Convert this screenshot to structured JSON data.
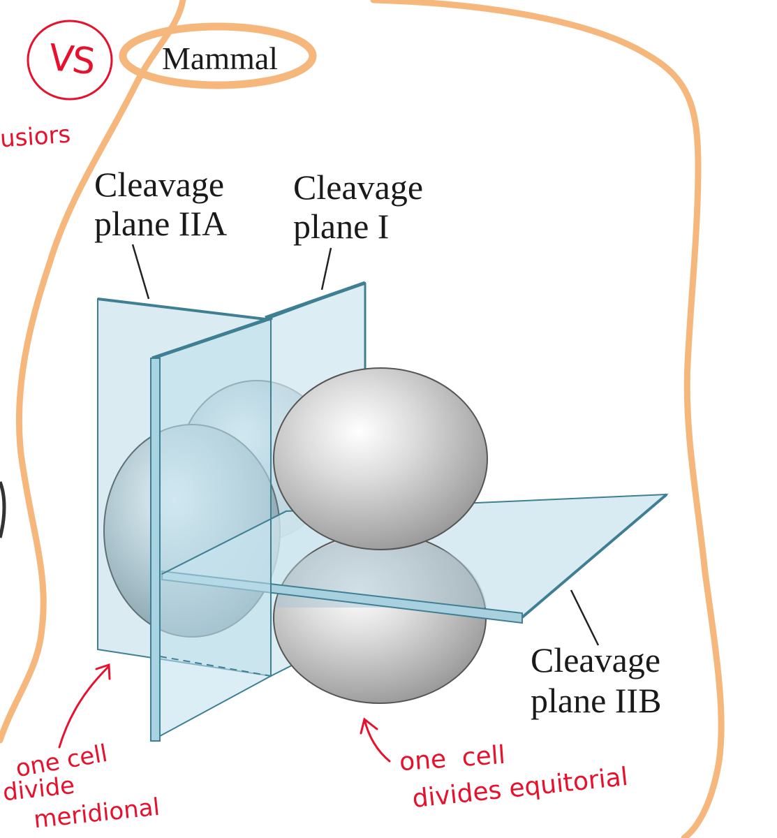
{
  "title": "Mammal",
  "labels": {
    "plane_iia": [
      "Cleavage",
      "plane IIA"
    ],
    "plane_i": [
      "Cleavage",
      "plane I"
    ],
    "plane_iib": [
      "Cleavage",
      "plane IIB"
    ]
  },
  "handwriting": {
    "vs_circle": "VS",
    "margin_fragment": "usiors",
    "note_left": [
      "one cell",
      "divide",
      "meridional"
    ],
    "note_right": [
      "one  cell",
      "divides equitorial"
    ]
  },
  "colors": {
    "plane_fill": "#cfe6ef",
    "plane_edge": "#3f7f93",
    "cell_gray": "#a9a9a9",
    "annotation_red": "#e8112d",
    "highlight_orange": "#f5b77c"
  }
}
